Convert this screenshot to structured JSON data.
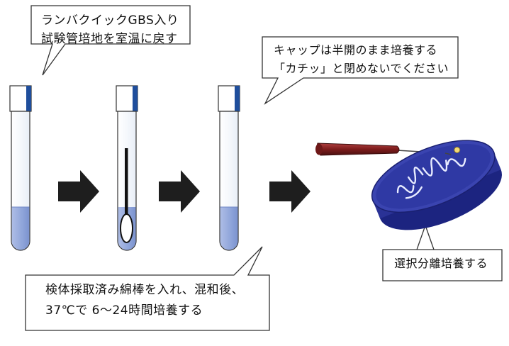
{
  "steps": [
    {
      "line1": "ランバクイックGBS入り",
      "line2": "試験管培地を室温に戻す"
    },
    {
      "line1": "キャップは半開のまま培養する",
      "line2": "「カチッ」と閉めないでください"
    },
    {
      "line1": "選択分離培養する"
    },
    {
      "line1": "検体採取済み綿棒を入れ、混和後、",
      "line2": "37℃で 6〜24時間培養する"
    }
  ],
  "colors": {
    "cap": "#1f4e9c",
    "medium": "#9aaede",
    "arrow": "#1e1e1e",
    "dish": "#27309a",
    "swab_handle": "#8b2020"
  }
}
